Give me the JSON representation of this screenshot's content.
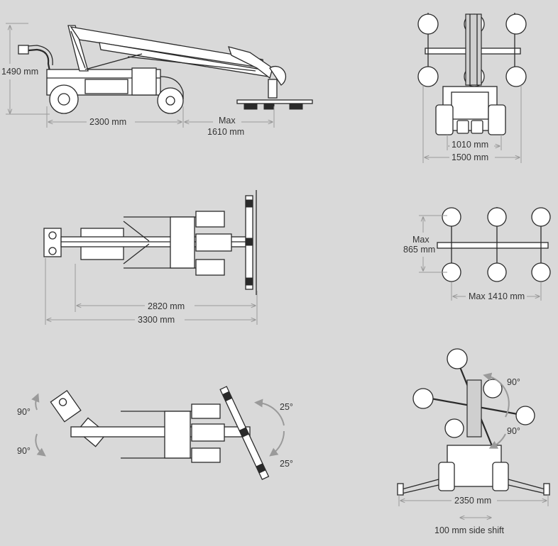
{
  "dimensions": {
    "side_height": "1490 mm",
    "side_length": "2300 mm",
    "side_reach_prefix": "Max",
    "side_reach": "1610 mm",
    "front_inner_width": "1010 mm",
    "front_outer_width": "1500 mm",
    "top_length_inner": "2820 mm",
    "top_length_total": "3300 mm",
    "pad_height_prefix": "Max",
    "pad_height": "865 mm",
    "pad_width": "Max 1410 mm",
    "rotate_left_top": "90°",
    "rotate_left_bottom": "90°",
    "tilt_right_top": "25°",
    "tilt_right_bottom": "25°",
    "rotate_front_top": "90°",
    "rotate_front_bottom": "90°",
    "front_width": "2350 mm",
    "side_shift": "100 mm side shift"
  },
  "colors": {
    "background": "#d9d9d9",
    "line": "#2a2a2a",
    "dimension": "#9a9a9a"
  }
}
